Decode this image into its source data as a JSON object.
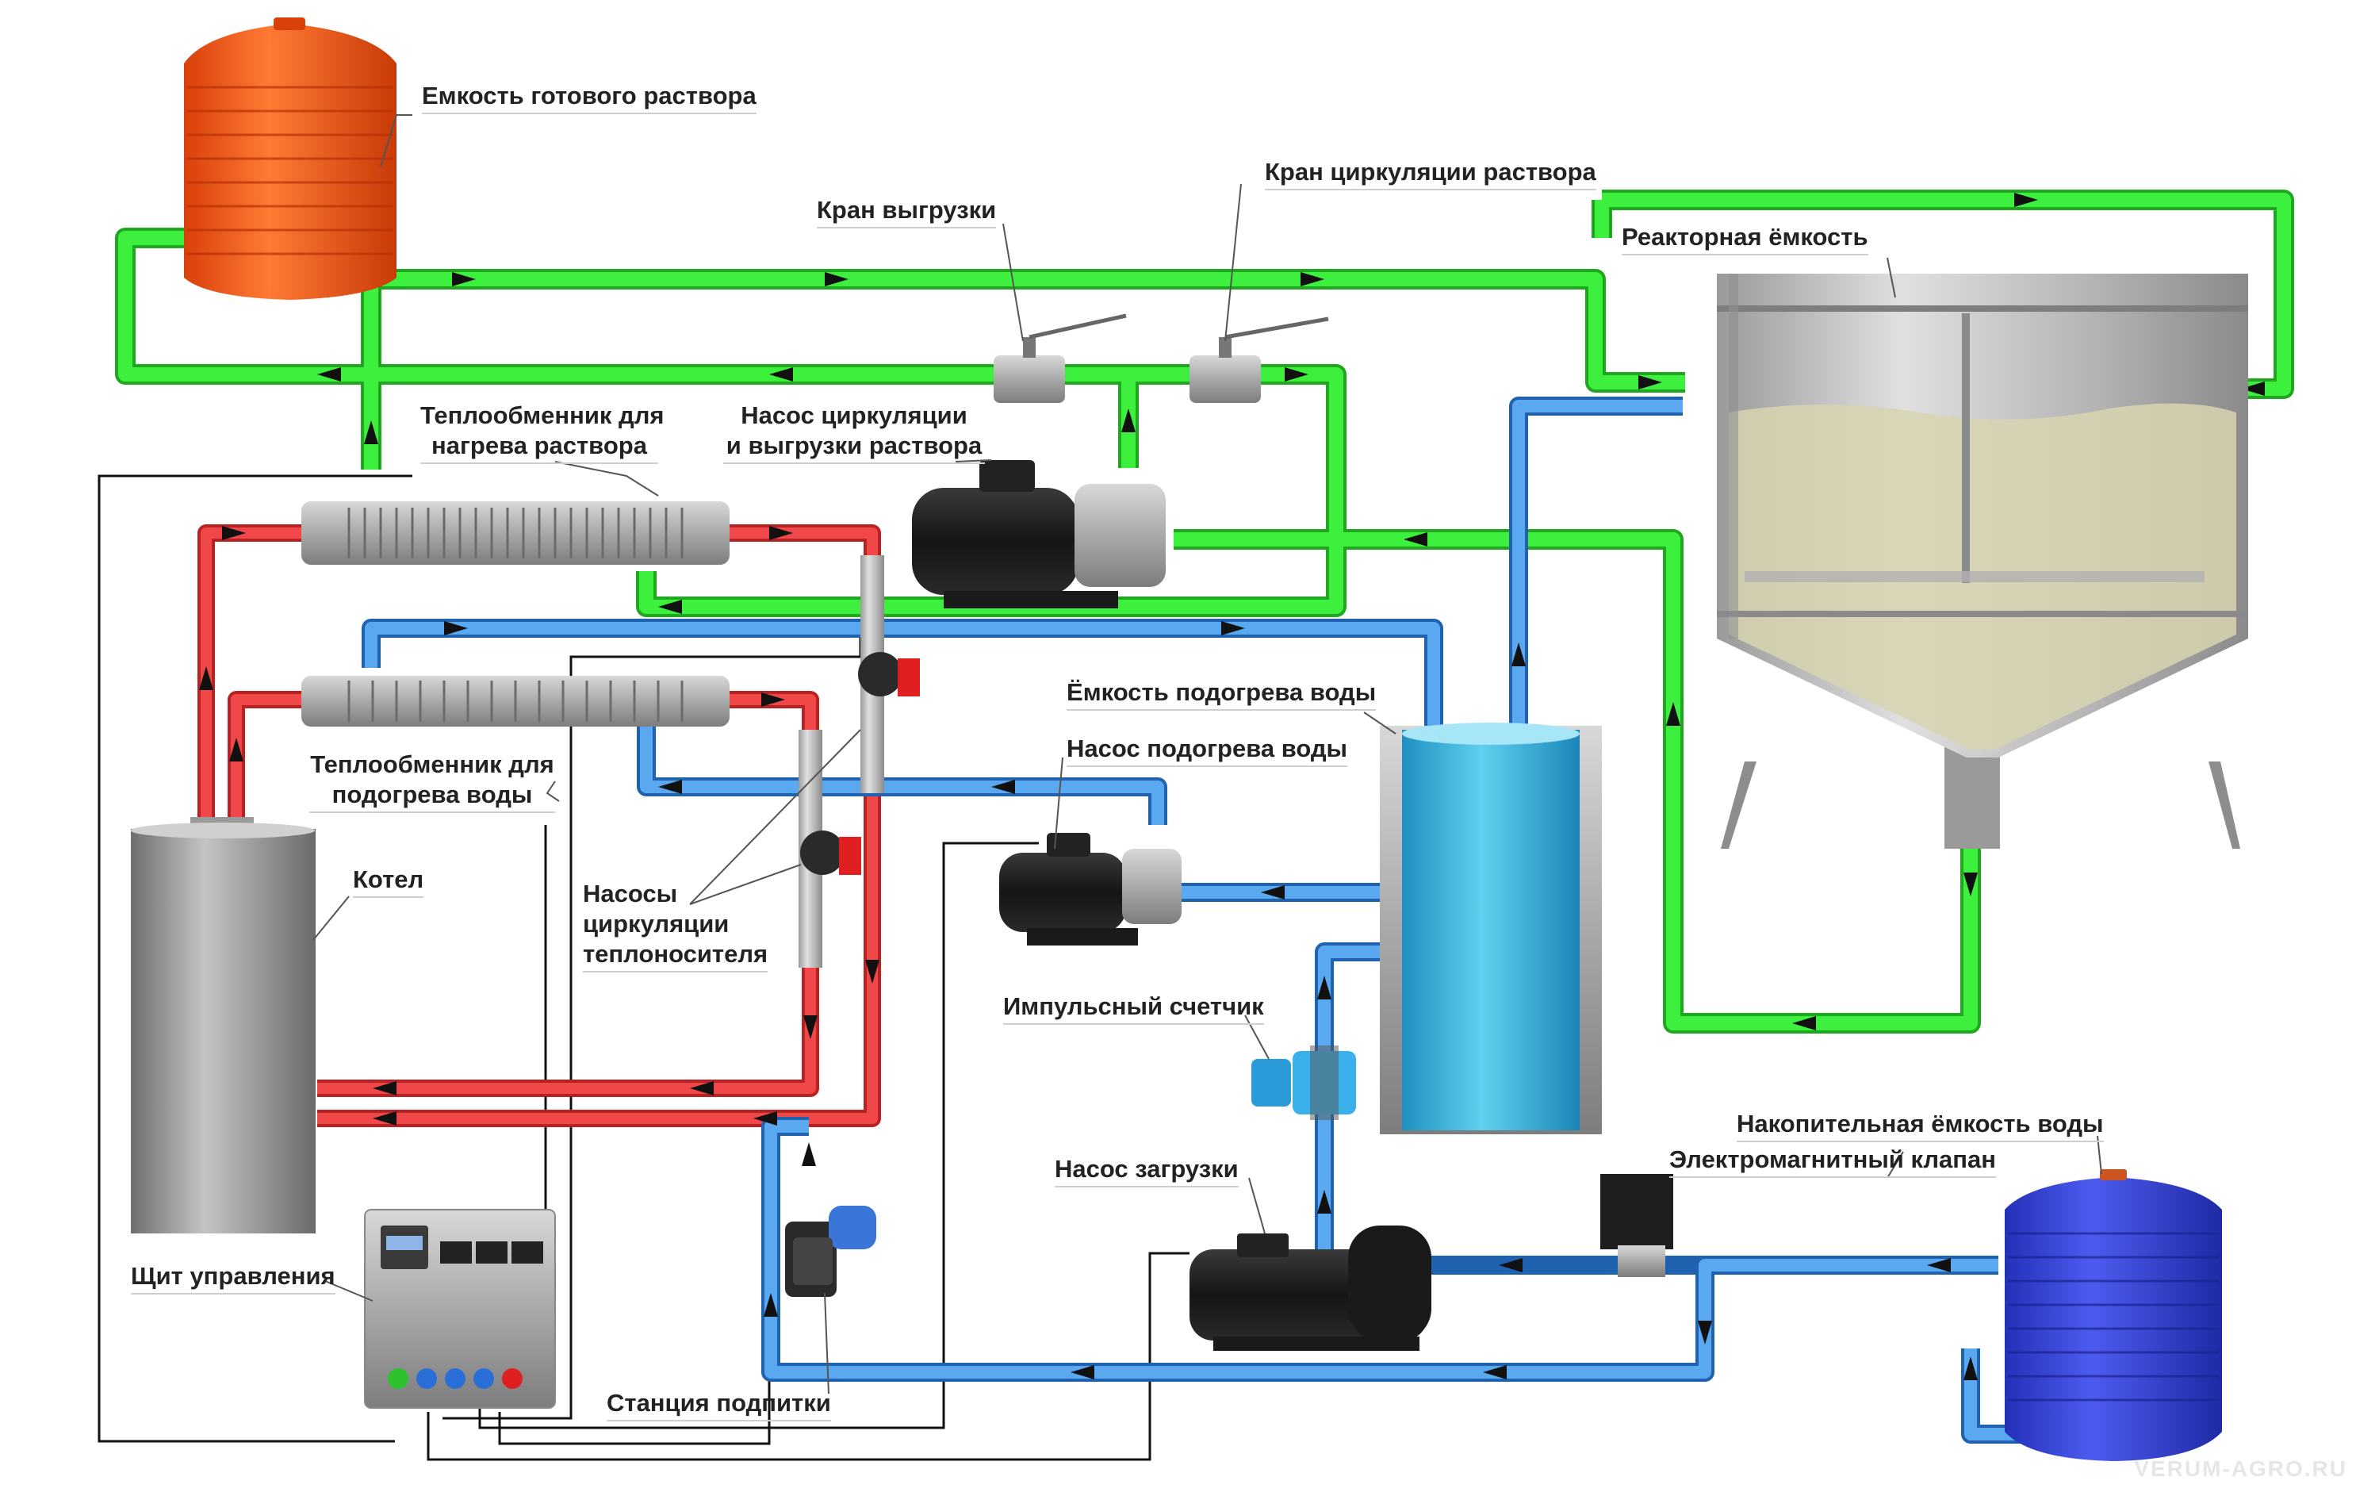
{
  "colors": {
    "solution_pipe": "#33e233",
    "hot_pipe": "#e23b3b",
    "cold_pipe": "#3a8fde",
    "orange_tank": "#ff5a0f",
    "blue_tank": "#3a48e0",
    "water_tank": "#35b6e0"
  },
  "labels": {
    "ready_tank": "Емкость готового раствора",
    "unload_valve": "Кран выгрузки",
    "circ_valve": "Кран циркуляции раствора",
    "reactor": "Реакторная ёмкость",
    "hx_solution_1": "Теплообменник для",
    "hx_solution_2": "нагрева раствора",
    "pump_solution_1": "Насос циркуляции",
    "pump_solution_2": "и выгрузки раствора",
    "water_heat_tank": "Ёмкость подогрева воды",
    "water_heat_pump": "Насос подогрева воды",
    "hx_water_1": "Теплообменник для",
    "hx_water_2": "подогрева воды",
    "boiler": "Котел",
    "coolant_pumps_1": "Насосы",
    "coolant_pumps_2": "циркуляции",
    "coolant_pumps_3": "теплоносителя",
    "pulse_counter": "Импульсный счетчик",
    "load_pump": "Насос загрузки",
    "storage_tank": "Накопительная ёмкость воды",
    "solenoid_valve": "Электромагнитный клапан",
    "control_panel": "Щит управления",
    "makeup_station": "Станция подпитки",
    "watermark": "VERUM-AGRO.RU"
  },
  "icons": {
    "valve": "ball-valve-icon",
    "pump": "centrifugal-pump-icon",
    "arrow": "flow-arrow-icon"
  }
}
